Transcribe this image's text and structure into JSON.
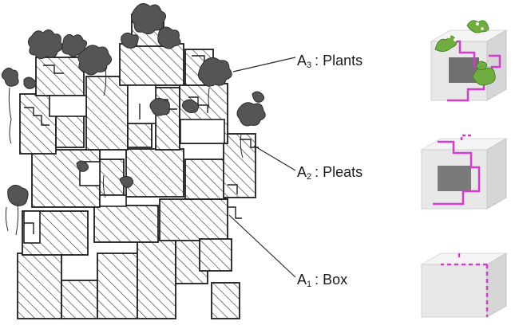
{
  "labels": [
    {
      "letter": "A",
      "sub": "3",
      "sep": ": ",
      "text": "Plants"
    },
    {
      "letter": "A",
      "sub": "2",
      "sep": ": ",
      "text": "Pleats"
    },
    {
      "letter": "A",
      "sub": "1",
      "sep": ": ",
      "text": "Box"
    }
  ],
  "colors": {
    "ink": "#1e1e1e",
    "hatch": "#3a3a3a",
    "foliage": "#555555",
    "box_face_light": "#f2f2f2",
    "box_face_mid": "#e2e2e2",
    "box_face_dark": "#cfcfcf",
    "pleat_line": "#d53bd0",
    "plant_green": "#6fae3e",
    "background": "#ffffff"
  }
}
